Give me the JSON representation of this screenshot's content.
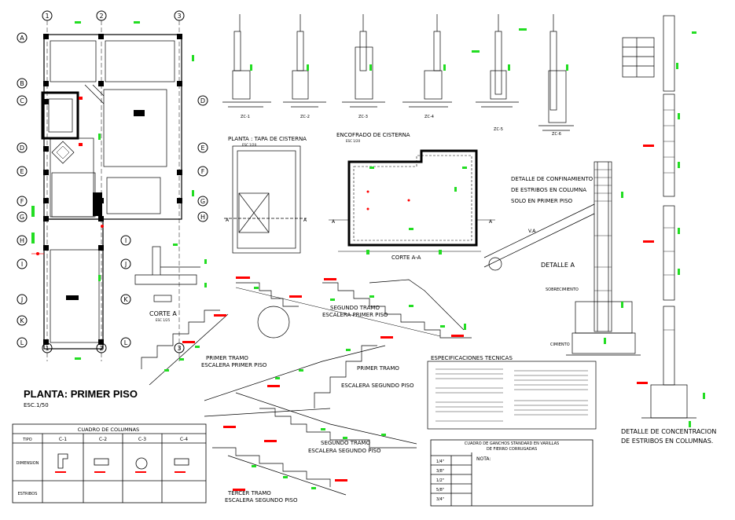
{
  "plan": {
    "title": "PLANTA: PRIMER PISO",
    "scale": "ESC.1/50",
    "axes_top": [
      "1",
      "2",
      "3"
    ],
    "axes_bottom": [
      "1",
      "2",
      "3"
    ],
    "axes_left": [
      "A",
      "B",
      "C",
      "D",
      "E",
      "F",
      "G",
      "H",
      "I",
      "J",
      "K",
      "L"
    ],
    "axes_right": [
      "D",
      "E",
      "F",
      "G",
      "H",
      "I",
      "J",
      "K",
      "L"
    ]
  },
  "cistern": {
    "top_view_title": "PLANTA : TAPA DE CISTERNA",
    "top_view_scale": "ESC 1/20",
    "formwork_title": "ENCOFRADO DE CISTERNA",
    "formwork_scale": "ESC 1/20",
    "section_label": "CORTE A-A",
    "section_marks": [
      "A",
      "A",
      "A",
      "A"
    ]
  },
  "footings": {
    "labels": [
      "ZC-1",
      "ZC-2",
      "ZC-3",
      "ZC-4",
      "ZC-5",
      "ZC-6"
    ]
  },
  "confinement": {
    "note_lines": [
      "DETALLE DE CONFINAMIENTO",
      "DE ESTRIBOS EN COLUMNA",
      "SOLO EN PRIMER PISO"
    ],
    "detail_label": "DETALLE A",
    "va_label": "V.A",
    "sobrecimiento": "SOBRECIMIENTO",
    "cimiento": "CIMIENTO"
  },
  "concentration": {
    "title_lines": [
      "DETALLE DE CONCENTRACION",
      "DE ESTRIBOS EN COLUMNAS."
    ]
  },
  "corte_a": {
    "label": "CORTE A",
    "scale": "ESC 1/25"
  },
  "stairs": {
    "segundo_tramo_primer": [
      "SEGUNDO TRAMO",
      "ESCALERA PRIMER PISO"
    ],
    "primer_tramo_primer": [
      "PRIMER TRAMO",
      "ESCALERA PRIMER PISO"
    ],
    "primer_tramo_segundo": [
      "PRIMER TRAMO",
      "ESCALERA SEGUNDO PISO"
    ],
    "segundo_tramo_segundo": [
      "SEGUNDO TRAMO",
      "ESCALERA SEGUNDO PISO"
    ],
    "tercer_tramo_segundo": [
      "TERCER TRAMO",
      "ESCALERA SEGUNDO PISO"
    ]
  },
  "specs": {
    "title": "ESPECIFICACIONES TECNICAS"
  },
  "columns_table": {
    "title": "CUADRO DE COLUMNAS",
    "header": [
      "TIPO",
      "C-1",
      "C-2",
      "C-3",
      "C-4"
    ],
    "rows": [
      "DIMENSION",
      "ESTRIBOS"
    ]
  },
  "hooks_table": {
    "title_lines": [
      "CUADRO DE GANCHOS STANDARD EN VARILLAS",
      "DE FIERRO CORRUGADAS"
    ],
    "bars": [
      "1/4\"",
      "3/8\"",
      "1/2\"",
      "5/8\"",
      "3/4\""
    ],
    "note_title": "NOTA:"
  },
  "colors": {
    "line": "#000000",
    "dim": "#00b300",
    "red": "#ff0000",
    "green_mark": "#22dd22"
  }
}
